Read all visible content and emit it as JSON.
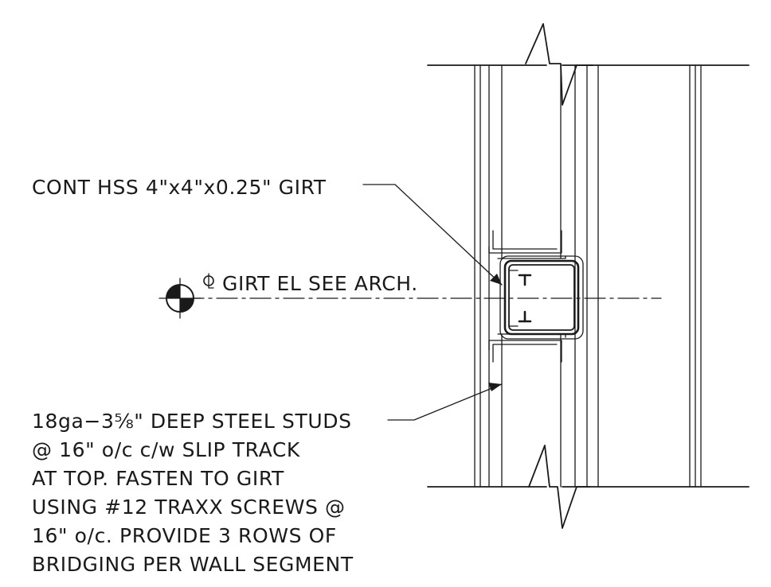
{
  "notes": {
    "girt_label": "CONT HSS 4\"x4\"x0.25\" GIRT",
    "centerline_label": "GIRT EL SEE ARCH.",
    "stud_note_lines": [
      "18ga−3⅝\" DEEP STEEL STUDS",
      "@ 16\" o/c c/w SLIP TRACK",
      "AT TOP. FASTEN TO GIRT",
      "USING #12 TRAXX SCREWS @",
      "16\" o/c. PROVIDE 3 ROWS OF",
      "BRIDGING PER WALL SEGMENT"
    ]
  }
}
